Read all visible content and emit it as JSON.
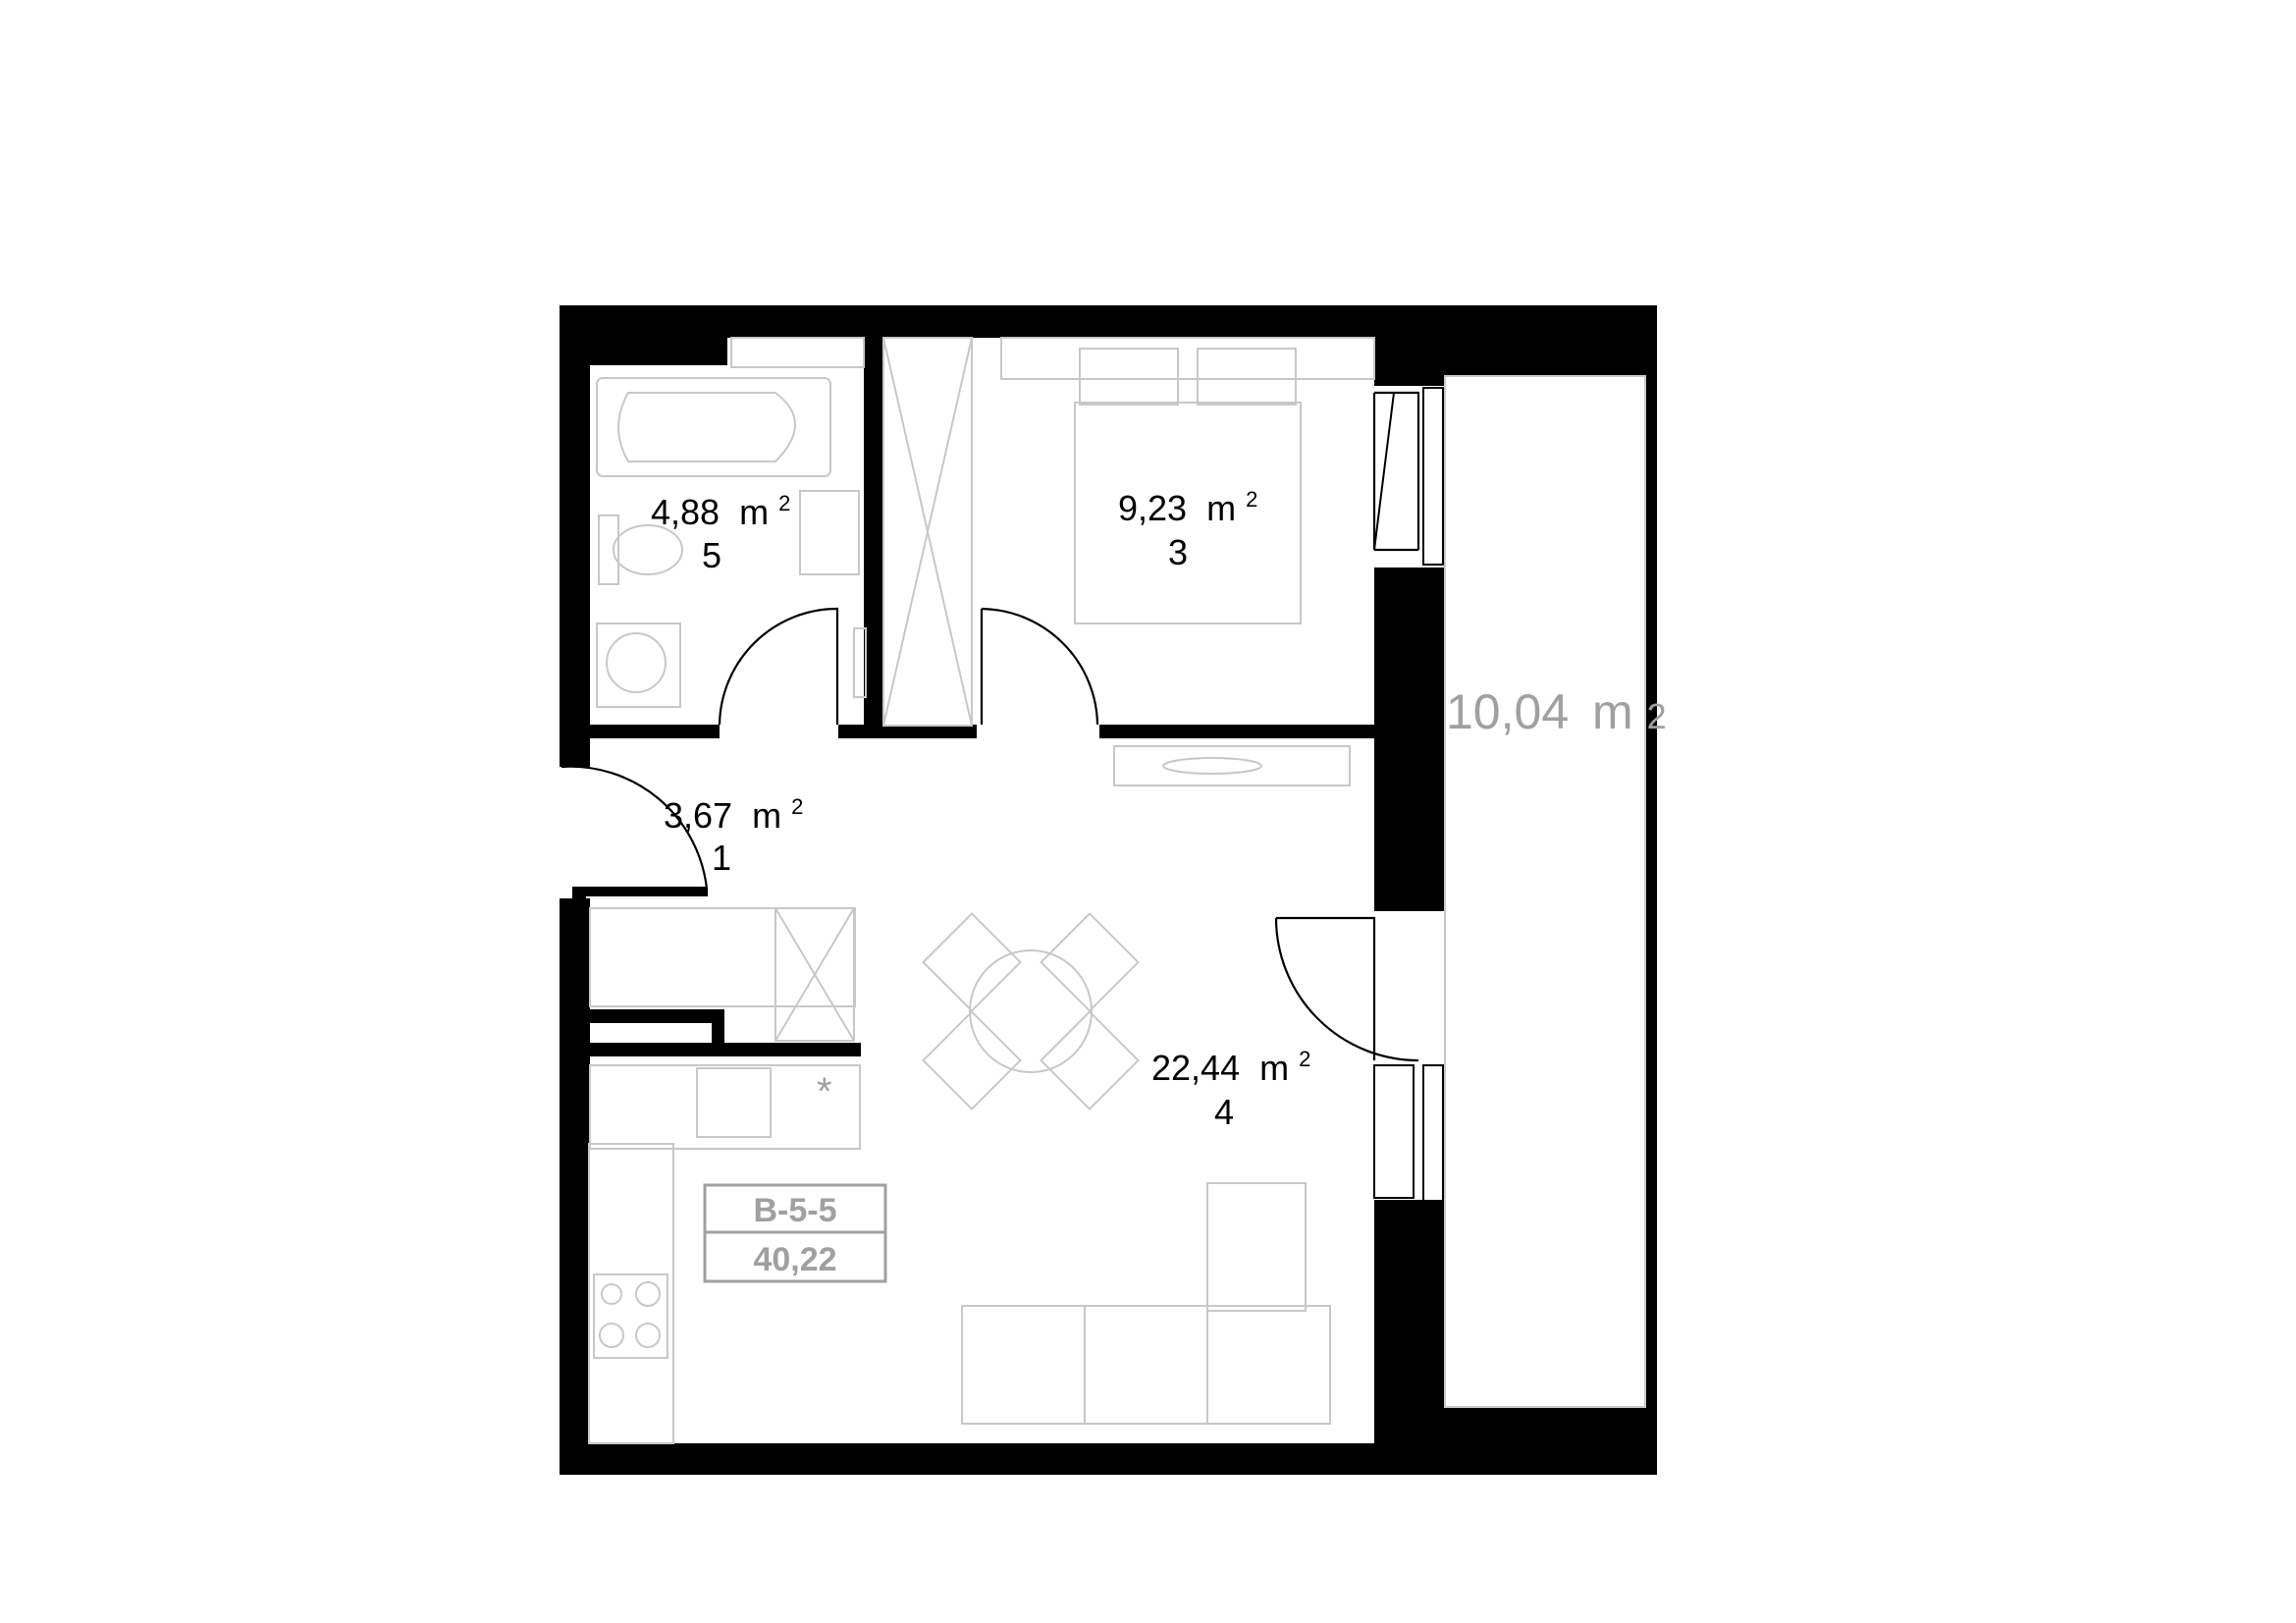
{
  "rooms": [
    {
      "id": "bathroom",
      "area": "4,88",
      "unit": "m",
      "sup": "2",
      "number": "5"
    },
    {
      "id": "bedroom",
      "area": "9,23",
      "unit": "m",
      "sup": "2",
      "number": "3"
    },
    {
      "id": "hallway",
      "area": "3,67",
      "unit": "m",
      "sup": "2",
      "number": "1"
    },
    {
      "id": "living",
      "area": "22,44",
      "unit": "m",
      "sup": "2",
      "number": "4"
    }
  ],
  "balcony": {
    "area": "10,04",
    "unit": "m",
    "sup": "2"
  },
  "unit_tag": {
    "code": "B-5-5",
    "total_area": "40,22"
  },
  "colors": {
    "wall": "#000000",
    "furniture": "#c8c8c8",
    "label_gray": "#a0a0a0"
  }
}
